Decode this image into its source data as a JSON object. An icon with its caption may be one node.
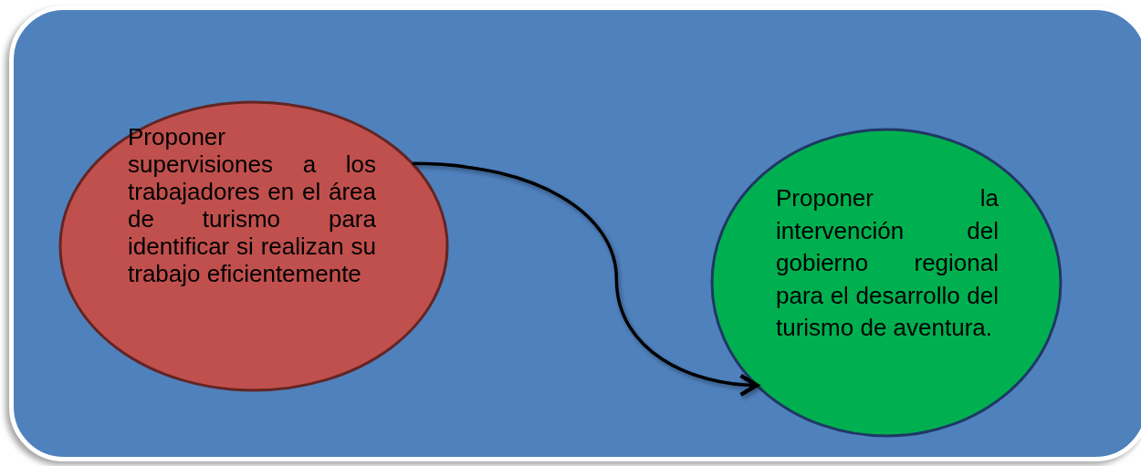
{
  "diagram": {
    "nodes": [
      {
        "text": [
          "Proponer supervisiones a los trabajadores en el área de turismo para identificar si realizan su trabajo eficientemente"
        ]
      },
      {
        "text": [
          "Proponer la intervención del gobierno regional para el desarrollo del turismo de aventura."
        ]
      }
    ],
    "edges": [
      {
        "from": 0,
        "to": 1,
        "arrow": "to"
      }
    ]
  }
}
